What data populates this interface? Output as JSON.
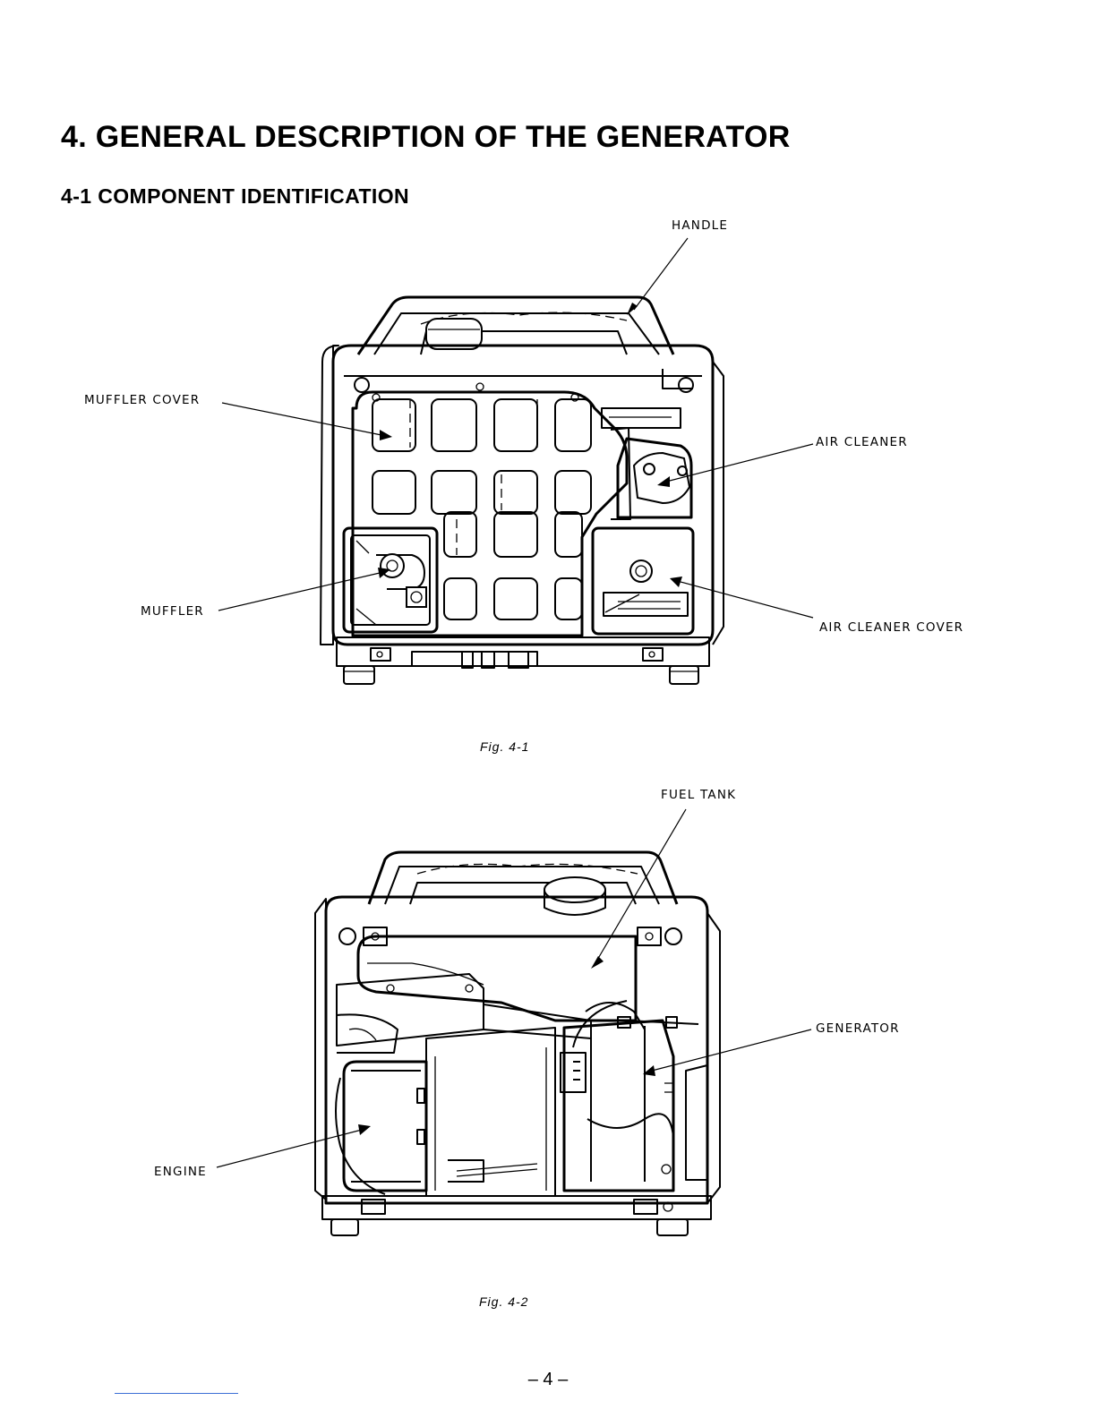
{
  "section": {
    "title": "4. GENERAL DESCRIPTION OF THE GENERATOR",
    "subtitle": "4-1 COMPONENT IDENTIFICATION"
  },
  "figure1": {
    "caption": "Fig. 4-1",
    "labels": {
      "handle": "HANDLE",
      "muffler_cover": "MUFFLER COVER",
      "air_cleaner": "AIR CLEANER",
      "muffler": "MUFFLER",
      "air_cleaner_cover": "AIR CLEANER COVER"
    }
  },
  "figure2": {
    "caption": "Fig. 4-2",
    "labels": {
      "fuel_tank": "FUEL TANK",
      "generator": "GENERATOR",
      "engine": "ENGINE"
    }
  },
  "page_number": "– 4 –"
}
